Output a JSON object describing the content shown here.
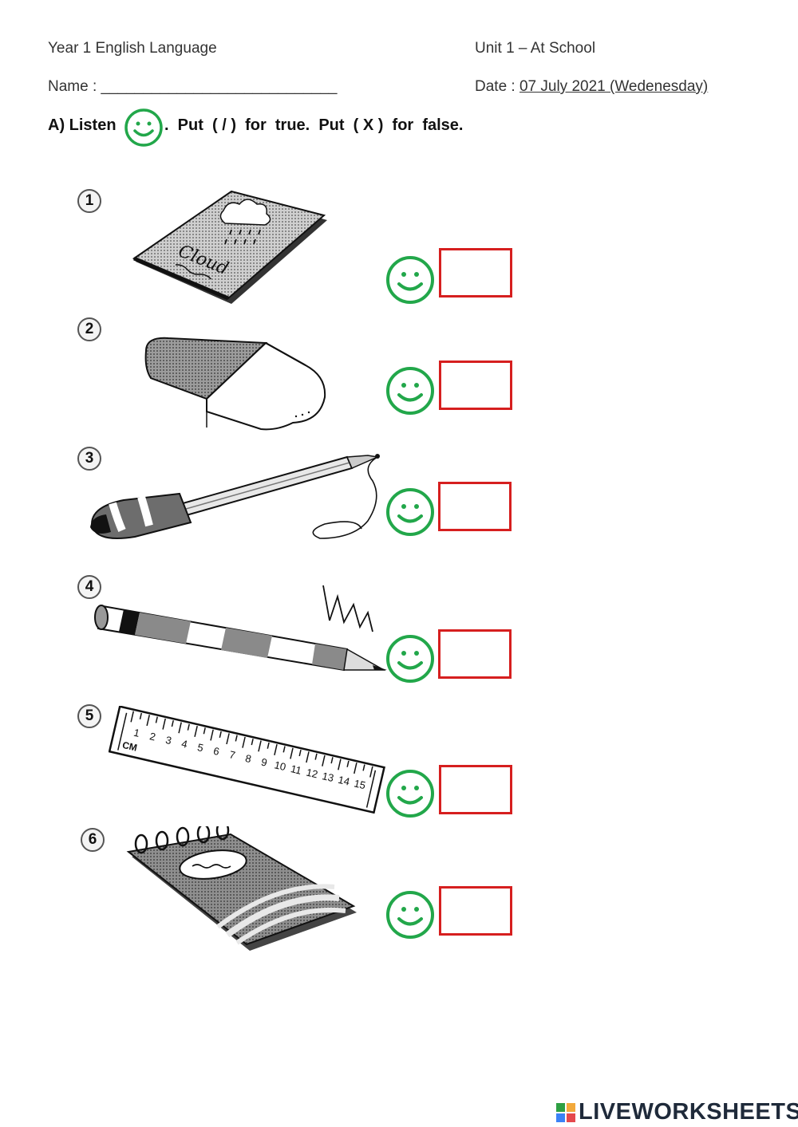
{
  "header": {
    "course": "Year 1  English Language",
    "unit": "Unit 1 – At School",
    "name_label": "Name :",
    "name_blank": "____________________________",
    "date_label": "Date :",
    "date_value": "07 July 2021 (Wedenesday)"
  },
  "instruction": {
    "prefix": "A) Listen",
    "rest": ".  Put  ( / )  for  true.  Put  ( X )  for  false."
  },
  "items": [
    {
      "number": "1",
      "picture": "notebook-icon",
      "answer": ""
    },
    {
      "number": "2",
      "picture": "eraser-icon",
      "answer": ""
    },
    {
      "number": "3",
      "picture": "pen-icon",
      "answer": ""
    },
    {
      "number": "4",
      "picture": "pencil-icon",
      "answer": ""
    },
    {
      "number": "5",
      "picture": "ruler-icon",
      "answer": ""
    },
    {
      "number": "6",
      "picture": "spiral-notepad-icon",
      "answer": ""
    }
  ],
  "ruler_ticks": [
    "1",
    "2",
    "3",
    "4",
    "5",
    "6",
    "7",
    "8",
    "9",
    "10",
    "11",
    "12",
    "13",
    "14",
    "15"
  ],
  "ruler_unit": "CM",
  "notebook_cover_text": "Cloud",
  "footer": {
    "brand": "LIVEWORKSHEETS"
  },
  "colors": {
    "smiley": "#22a74a",
    "answer_border": "#d61f1f"
  },
  "icons": {
    "listen": "smiley-icon"
  }
}
